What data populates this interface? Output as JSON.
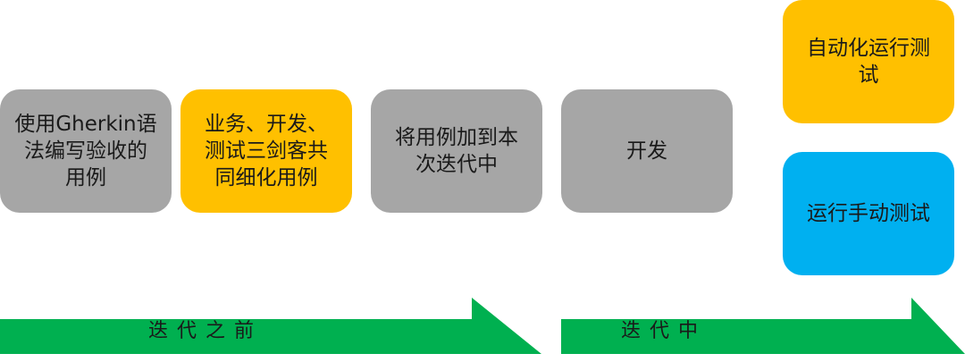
{
  "boxes": {
    "b1": {
      "lines": [
        "使用Gherkin语",
        "法编写验收的",
        "用例"
      ]
    },
    "b2": {
      "lines": [
        "业务、开发、",
        "测试三剑客共",
        "同细化用例"
      ]
    },
    "b3": {
      "lines": [
        "将用例加到本",
        "次迭代中"
      ]
    },
    "b4": {
      "lines": [
        "开发"
      ]
    },
    "b5": {
      "lines": [
        "自动化运行测",
        "试"
      ]
    },
    "b6": {
      "lines": [
        "运行手动测试"
      ]
    }
  },
  "arrows": {
    "before": {
      "label": "迭代之前"
    },
    "during": {
      "label": "迭代中"
    }
  },
  "colors": {
    "gray": "#a6a6a6",
    "orange": "#ffc000",
    "blue": "#00b0f0",
    "arrow_green": "#00b050"
  }
}
